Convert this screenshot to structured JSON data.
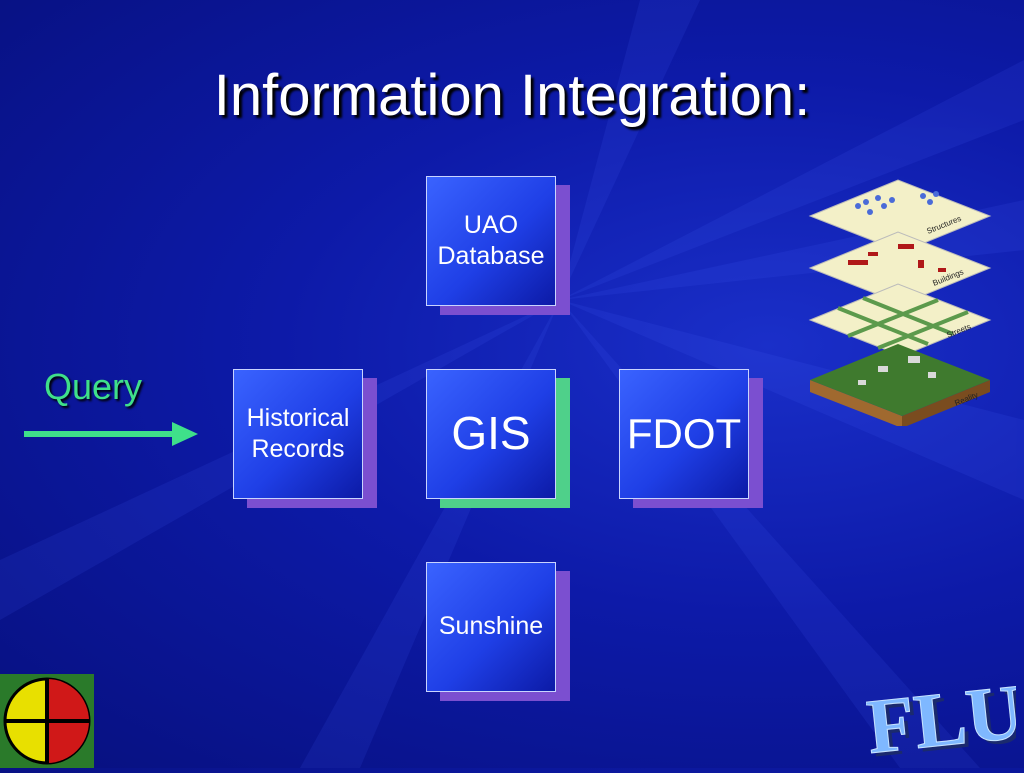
{
  "slide": {
    "title": "Information Integration:",
    "query_label": "Query",
    "boxes": {
      "uao": "UAO\nDatabase",
      "historical": "Historical\nRecords",
      "gis": "GIS",
      "fdot": "FDOT",
      "sunshine": "Sunshine"
    },
    "layer_labels": [
      "Structures",
      "Buildings",
      "Streets",
      "Reality"
    ],
    "flug_text": "FLUG"
  },
  "colors": {
    "background": "#0d1aa8",
    "box_face": "#1f3fe6",
    "box_shadow": "#7b4fd0",
    "gis_shadow": "#4fd08a",
    "query": "#3fe08a"
  }
}
